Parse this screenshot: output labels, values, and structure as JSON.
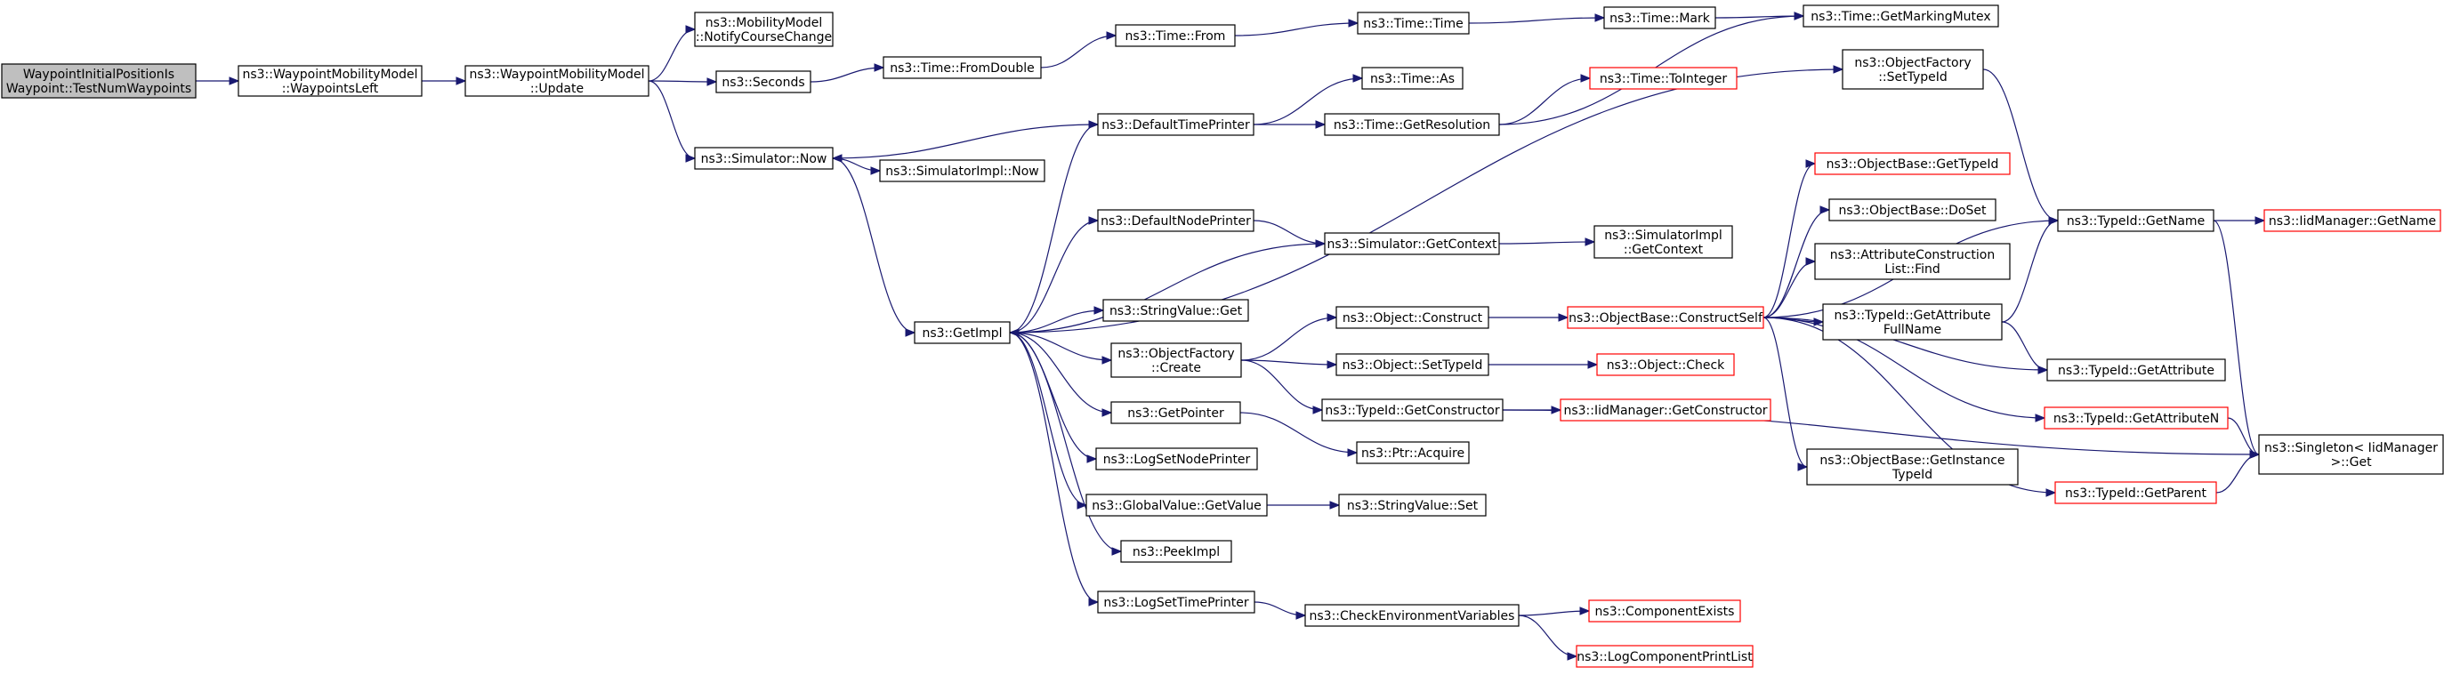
{
  "colors": {
    "edge": "#191970",
    "border_default": "#000000",
    "border_truncated": "#ff0000",
    "root_fill": "#bfbfbf",
    "node_fill": "#ffffff"
  },
  "nodes": [
    {
      "id": "root",
      "lines": [
        "WaypointInitialPositionIs",
        "Waypoint::TestNumWaypoints"
      ],
      "root": true
    },
    {
      "id": "waypointsLeft",
      "lines": [
        "ns3::WaypointMobilityModel",
        "::WaypointsLeft"
      ]
    },
    {
      "id": "update",
      "lines": [
        "ns3::WaypointMobilityModel",
        "::Update"
      ]
    },
    {
      "id": "notify",
      "lines": [
        "ns3::MobilityModel",
        "::NotifyCourseChange"
      ]
    },
    {
      "id": "seconds",
      "lines": [
        "ns3::Seconds"
      ]
    },
    {
      "id": "simNow",
      "lines": [
        "ns3::Simulator::Now"
      ]
    },
    {
      "id": "fromDouble",
      "lines": [
        "ns3::Time::FromDouble"
      ]
    },
    {
      "id": "simImplNow",
      "lines": [
        "ns3::SimulatorImpl::Now"
      ]
    },
    {
      "id": "timeFrom",
      "lines": [
        "ns3::Time::From"
      ]
    },
    {
      "id": "timeTime",
      "lines": [
        "ns3::Time::Time"
      ]
    },
    {
      "id": "timeMark",
      "lines": [
        "ns3::Time::Mark"
      ]
    },
    {
      "id": "markingMutex",
      "lines": [
        "ns3::Time::GetMarkingMutex"
      ]
    },
    {
      "id": "timeAs",
      "lines": [
        "ns3::Time::As"
      ]
    },
    {
      "id": "toInteger",
      "lines": [
        "ns3::Time::ToInteger"
      ],
      "truncated": true
    },
    {
      "id": "getResolution",
      "lines": [
        "ns3::Time::GetResolution"
      ]
    },
    {
      "id": "defaultTimePrinter",
      "lines": [
        "ns3::DefaultTimePrinter"
      ]
    },
    {
      "id": "defaultNodePrinter",
      "lines": [
        "ns3::DefaultNodePrinter"
      ]
    },
    {
      "id": "getContext",
      "lines": [
        "ns3::Simulator::GetContext"
      ]
    },
    {
      "id": "simImplGetContext",
      "lines": [
        "ns3::SimulatorImpl",
        "::GetContext"
      ]
    },
    {
      "id": "getImpl",
      "lines": [
        "ns3::GetImpl"
      ]
    },
    {
      "id": "stringValueGet",
      "lines": [
        "ns3::StringValue::Get"
      ]
    },
    {
      "id": "objFactoryCreate",
      "lines": [
        "ns3::ObjectFactory",
        "::Create"
      ]
    },
    {
      "id": "objectConstruct",
      "lines": [
        "ns3::Object::Construct"
      ]
    },
    {
      "id": "objectSetTypeId",
      "lines": [
        "ns3::Object::SetTypeId"
      ]
    },
    {
      "id": "getConstructor",
      "lines": [
        "ns3::TypeId::GetConstructor"
      ]
    },
    {
      "id": "getPointer",
      "lines": [
        "ns3::GetPointer"
      ]
    },
    {
      "id": "ptrAcquire",
      "lines": [
        "ns3::Ptr::Acquire"
      ]
    },
    {
      "id": "logSetNodePrinter",
      "lines": [
        "ns3::LogSetNodePrinter"
      ]
    },
    {
      "id": "globalValueGetValue",
      "lines": [
        "ns3::GlobalValue::GetValue"
      ]
    },
    {
      "id": "stringValueSet",
      "lines": [
        "ns3::StringValue::Set"
      ]
    },
    {
      "id": "peekImpl",
      "lines": [
        "ns3::PeekImpl"
      ]
    },
    {
      "id": "logSetTimePrinter",
      "lines": [
        "ns3::LogSetTimePrinter"
      ]
    },
    {
      "id": "checkEnv",
      "lines": [
        "ns3::CheckEnvironmentVariables"
      ]
    },
    {
      "id": "componentExists",
      "lines": [
        "ns3::ComponentExists"
      ],
      "truncated": true
    },
    {
      "id": "logComponentPrintList",
      "lines": [
        "ns3::LogComponentPrintList"
      ],
      "truncated": true
    },
    {
      "id": "constructSelf",
      "lines": [
        "ns3::ObjectBase::ConstructSelf"
      ],
      "truncated": true
    },
    {
      "id": "objectCheck",
      "lines": [
        "ns3::Object::Check"
      ],
      "truncated": true
    },
    {
      "id": "iidGetConstructor",
      "lines": [
        "ns3::IidManager::GetConstructor"
      ],
      "truncated": true
    },
    {
      "id": "objFactorySetTypeId",
      "lines": [
        "ns3::ObjectFactory",
        "::SetTypeId"
      ]
    },
    {
      "id": "objBaseGetTypeId",
      "lines": [
        "ns3::ObjectBase::GetTypeId"
      ],
      "truncated": true
    },
    {
      "id": "objBaseDoSet",
      "lines": [
        "ns3::ObjectBase::DoSet"
      ]
    },
    {
      "id": "attrConstructionListFind",
      "lines": [
        "ns3::AttributeConstruction",
        "List::Find"
      ]
    },
    {
      "id": "getAttributeFullName",
      "lines": [
        "ns3::TypeId::GetAttribute",
        "FullName"
      ]
    },
    {
      "id": "objBaseGetInstanceTypeId",
      "lines": [
        "ns3::ObjectBase::GetInstance",
        "TypeId"
      ]
    },
    {
      "id": "typeIdGetName",
      "lines": [
        "ns3::TypeId::GetName"
      ]
    },
    {
      "id": "iidGetName",
      "lines": [
        "ns3::IidManager::GetName"
      ],
      "truncated": true
    },
    {
      "id": "typeIdGetAttribute",
      "lines": [
        "ns3::TypeId::GetAttribute"
      ]
    },
    {
      "id": "typeIdGetAttributeN",
      "lines": [
        "ns3::TypeId::GetAttributeN"
      ],
      "truncated": true
    },
    {
      "id": "typeIdGetParent",
      "lines": [
        "ns3::TypeId::GetParent"
      ],
      "truncated": true
    },
    {
      "id": "singletonGet",
      "lines": [
        "ns3::Singleton< IidManager",
        " >::Get"
      ]
    }
  ],
  "edges": [
    [
      "root",
      "waypointsLeft"
    ],
    [
      "waypointsLeft",
      "update"
    ],
    [
      "update",
      "notify"
    ],
    [
      "update",
      "seconds"
    ],
    [
      "update",
      "simNow"
    ],
    [
      "seconds",
      "fromDouble"
    ],
    [
      "fromDouble",
      "timeFrom"
    ],
    [
      "timeFrom",
      "timeTime"
    ],
    [
      "timeTime",
      "timeMark"
    ],
    [
      "timeMark",
      "markingMutex"
    ],
    [
      "simNow",
      "simImplNow"
    ],
    [
      "simNow",
      "getImpl"
    ],
    [
      "getImpl",
      "defaultTimePrinter"
    ],
    [
      "getImpl",
      "objFactorySetTypeId"
    ],
    [
      "getImpl",
      "defaultNodePrinter"
    ],
    [
      "getImpl",
      "stringValueGet"
    ],
    [
      "getImpl",
      "objFactoryCreate"
    ],
    [
      "getImpl",
      "getPointer"
    ],
    [
      "getImpl",
      "logSetNodePrinter"
    ],
    [
      "getImpl",
      "globalValueGetValue"
    ],
    [
      "getImpl",
      "peekImpl"
    ],
    [
      "getImpl",
      "logSetTimePrinter"
    ],
    [
      "defaultTimePrinter",
      "timeAs"
    ],
    [
      "defaultTimePrinter",
      "getResolution"
    ],
    [
      "defaultTimePrinter",
      "simNow"
    ],
    [
      "getResolution",
      "toInteger"
    ],
    [
      "getResolution",
      "markingMutex"
    ],
    [
      "defaultNodePrinter",
      "getContext"
    ],
    [
      "getContext",
      "simImplGetContext"
    ],
    [
      "getContext",
      "getImpl"
    ],
    [
      "objFactoryCreate",
      "objectConstruct"
    ],
    [
      "objFactoryCreate",
      "objectSetTypeId"
    ],
    [
      "objFactoryCreate",
      "getConstructor"
    ],
    [
      "objectConstruct",
      "constructSelf"
    ],
    [
      "objectSetTypeId",
      "objectCheck"
    ],
    [
      "getConstructor",
      "iidGetConstructor"
    ],
    [
      "getConstructor",
      "singletonGet"
    ],
    [
      "getPointer",
      "ptrAcquire"
    ],
    [
      "globalValueGetValue",
      "stringValueSet"
    ],
    [
      "logSetTimePrinter",
      "checkEnv"
    ],
    [
      "checkEnv",
      "componentExists"
    ],
    [
      "checkEnv",
      "logComponentPrintList"
    ],
    [
      "objFactorySetTypeId",
      "typeIdGetName"
    ],
    [
      "constructSelf",
      "objBaseGetTypeId"
    ],
    [
      "constructSelf",
      "objBaseDoSet"
    ],
    [
      "constructSelf",
      "attrConstructionListFind"
    ],
    [
      "constructSelf",
      "getAttributeFullName"
    ],
    [
      "constructSelf",
      "objBaseGetInstanceTypeId"
    ],
    [
      "constructSelf",
      "typeIdGetName"
    ],
    [
      "constructSelf",
      "typeIdGetAttribute"
    ],
    [
      "constructSelf",
      "typeIdGetAttributeN"
    ],
    [
      "constructSelf",
      "typeIdGetParent"
    ],
    [
      "getAttributeFullName",
      "typeIdGetName"
    ],
    [
      "getAttributeFullName",
      "typeIdGetAttribute"
    ],
    [
      "typeIdGetName",
      "iidGetName"
    ],
    [
      "typeIdGetName",
      "singletonGet"
    ],
    [
      "typeIdGetAttributeN",
      "singletonGet"
    ],
    [
      "typeIdGetParent",
      "singletonGet"
    ]
  ]
}
